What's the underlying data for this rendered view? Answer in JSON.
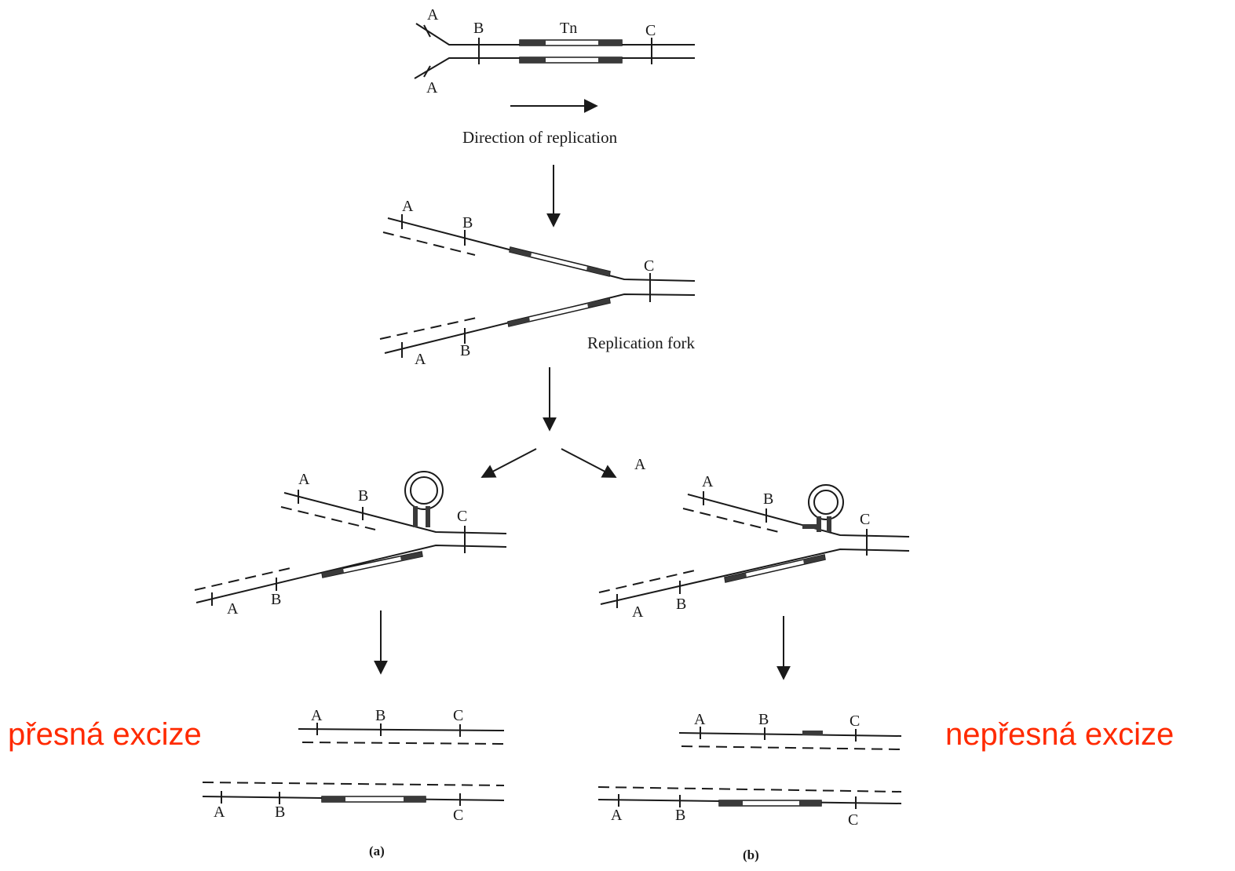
{
  "diagram": {
    "top": {
      "tn": "Tn",
      "a_top": "A",
      "a_bottom": "A",
      "b": "B",
      "c": "C",
      "direction_caption": "Direction of replication"
    },
    "fork": {
      "a_top": "A",
      "b_top": "B",
      "c": "C",
      "a_bottom": "A",
      "b_bottom": "B",
      "caption": "Replication fork"
    },
    "loop_a": {
      "a_top": "A",
      "b_top": "B",
      "c": "C",
      "a_bottom": "A",
      "b_bottom": "B"
    },
    "loop_b": {
      "a_top": "A",
      "b_top": "B",
      "c": "C",
      "a_bottom": "A",
      "b_bottom": "B"
    },
    "stray_label": "A",
    "result_a": {
      "a_top": "A",
      "b_top": "B",
      "c_top": "C",
      "a_bottom": "A",
      "b_bottom": "B",
      "c_bottom": "C",
      "panel": "(a)"
    },
    "result_b": {
      "a_top": "A",
      "b_top": "B",
      "c_top": "C",
      "a_bottom": "A",
      "b_bottom": "B",
      "c_bottom": "C",
      "panel": "(b)"
    }
  },
  "annotations": {
    "left": "přesná excize",
    "right": "nepřesná excize"
  },
  "colors": {
    "annotation": "#ff2a00",
    "ink": "#1a1a1a",
    "tn_block": "#3a3a3a"
  }
}
